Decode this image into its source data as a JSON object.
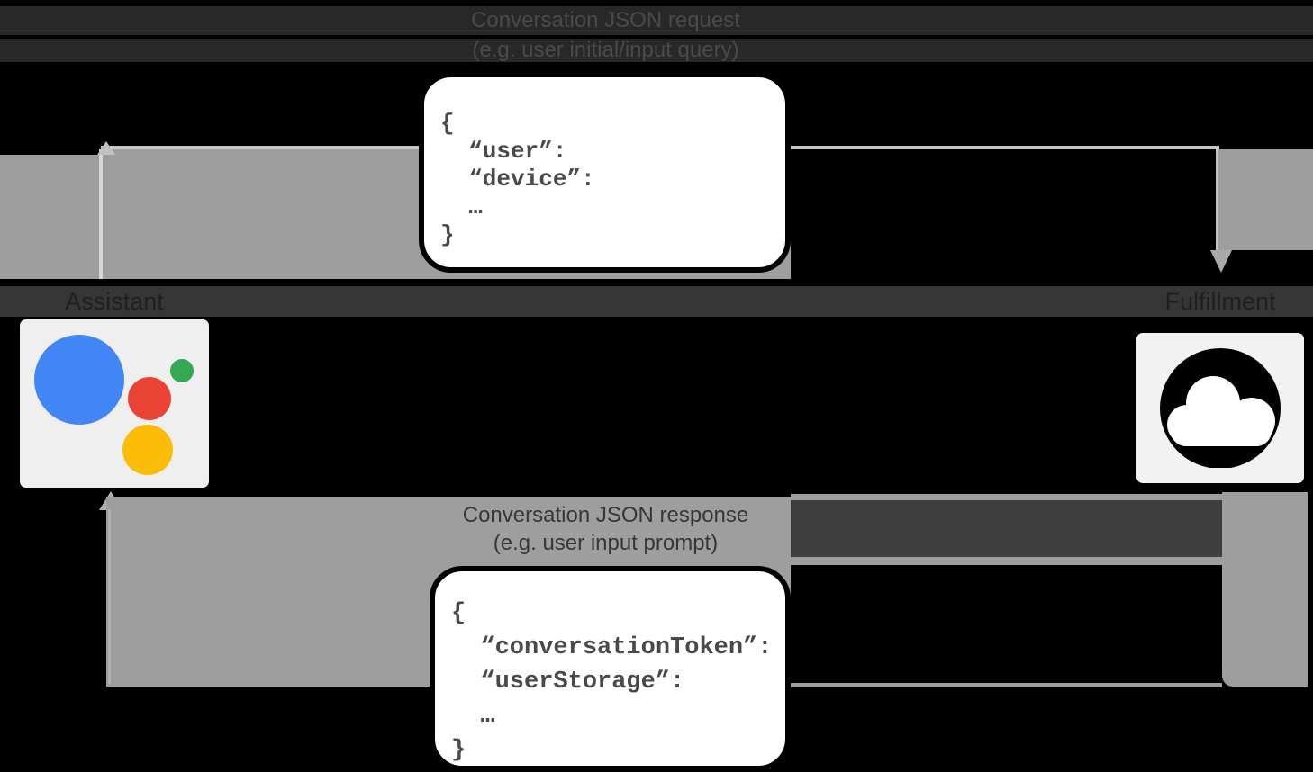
{
  "diagram": {
    "request_flow": {
      "title": "Conversation JSON request",
      "subtitle": "(e.g. user initial/input query)",
      "direction": "assistant-to-fulfillment"
    },
    "response_flow": {
      "title": "Conversation JSON response",
      "subtitle": "(e.g. user input prompt)",
      "direction": "fulfillment-to-assistant"
    },
    "entities": {
      "assistant_label": "Assistant",
      "fulfillment_label": "Fulfillment"
    },
    "request_box": {
      "lines": [
        "{",
        "  “user”:",
        "  “device”:",
        "  …",
        "}"
      ]
    },
    "response_box": {
      "lines": [
        "{",
        "  “conversationToken”:",
        "  “userStorage”:",
        "  …",
        "}"
      ]
    },
    "icons": {
      "assistant_logo": "google-assistant-logo",
      "fulfillment_icon": "cloud-icon"
    },
    "colors": {
      "background": "#000000",
      "arrow_gray": "#9e9e9e",
      "label_band": "#363636",
      "caption_dark": "#4a4a4a",
      "caption_on_gray": "#373737",
      "box_fill": "#ffffff",
      "box_border": "#000000",
      "code_text": "#4a4a4a",
      "google_blue": "#4285f4",
      "google_red": "#ea4335",
      "google_yellow": "#fbbc05",
      "google_green": "#34a853",
      "tile_gray": "#efefef",
      "cloud_black": "#000000"
    }
  }
}
